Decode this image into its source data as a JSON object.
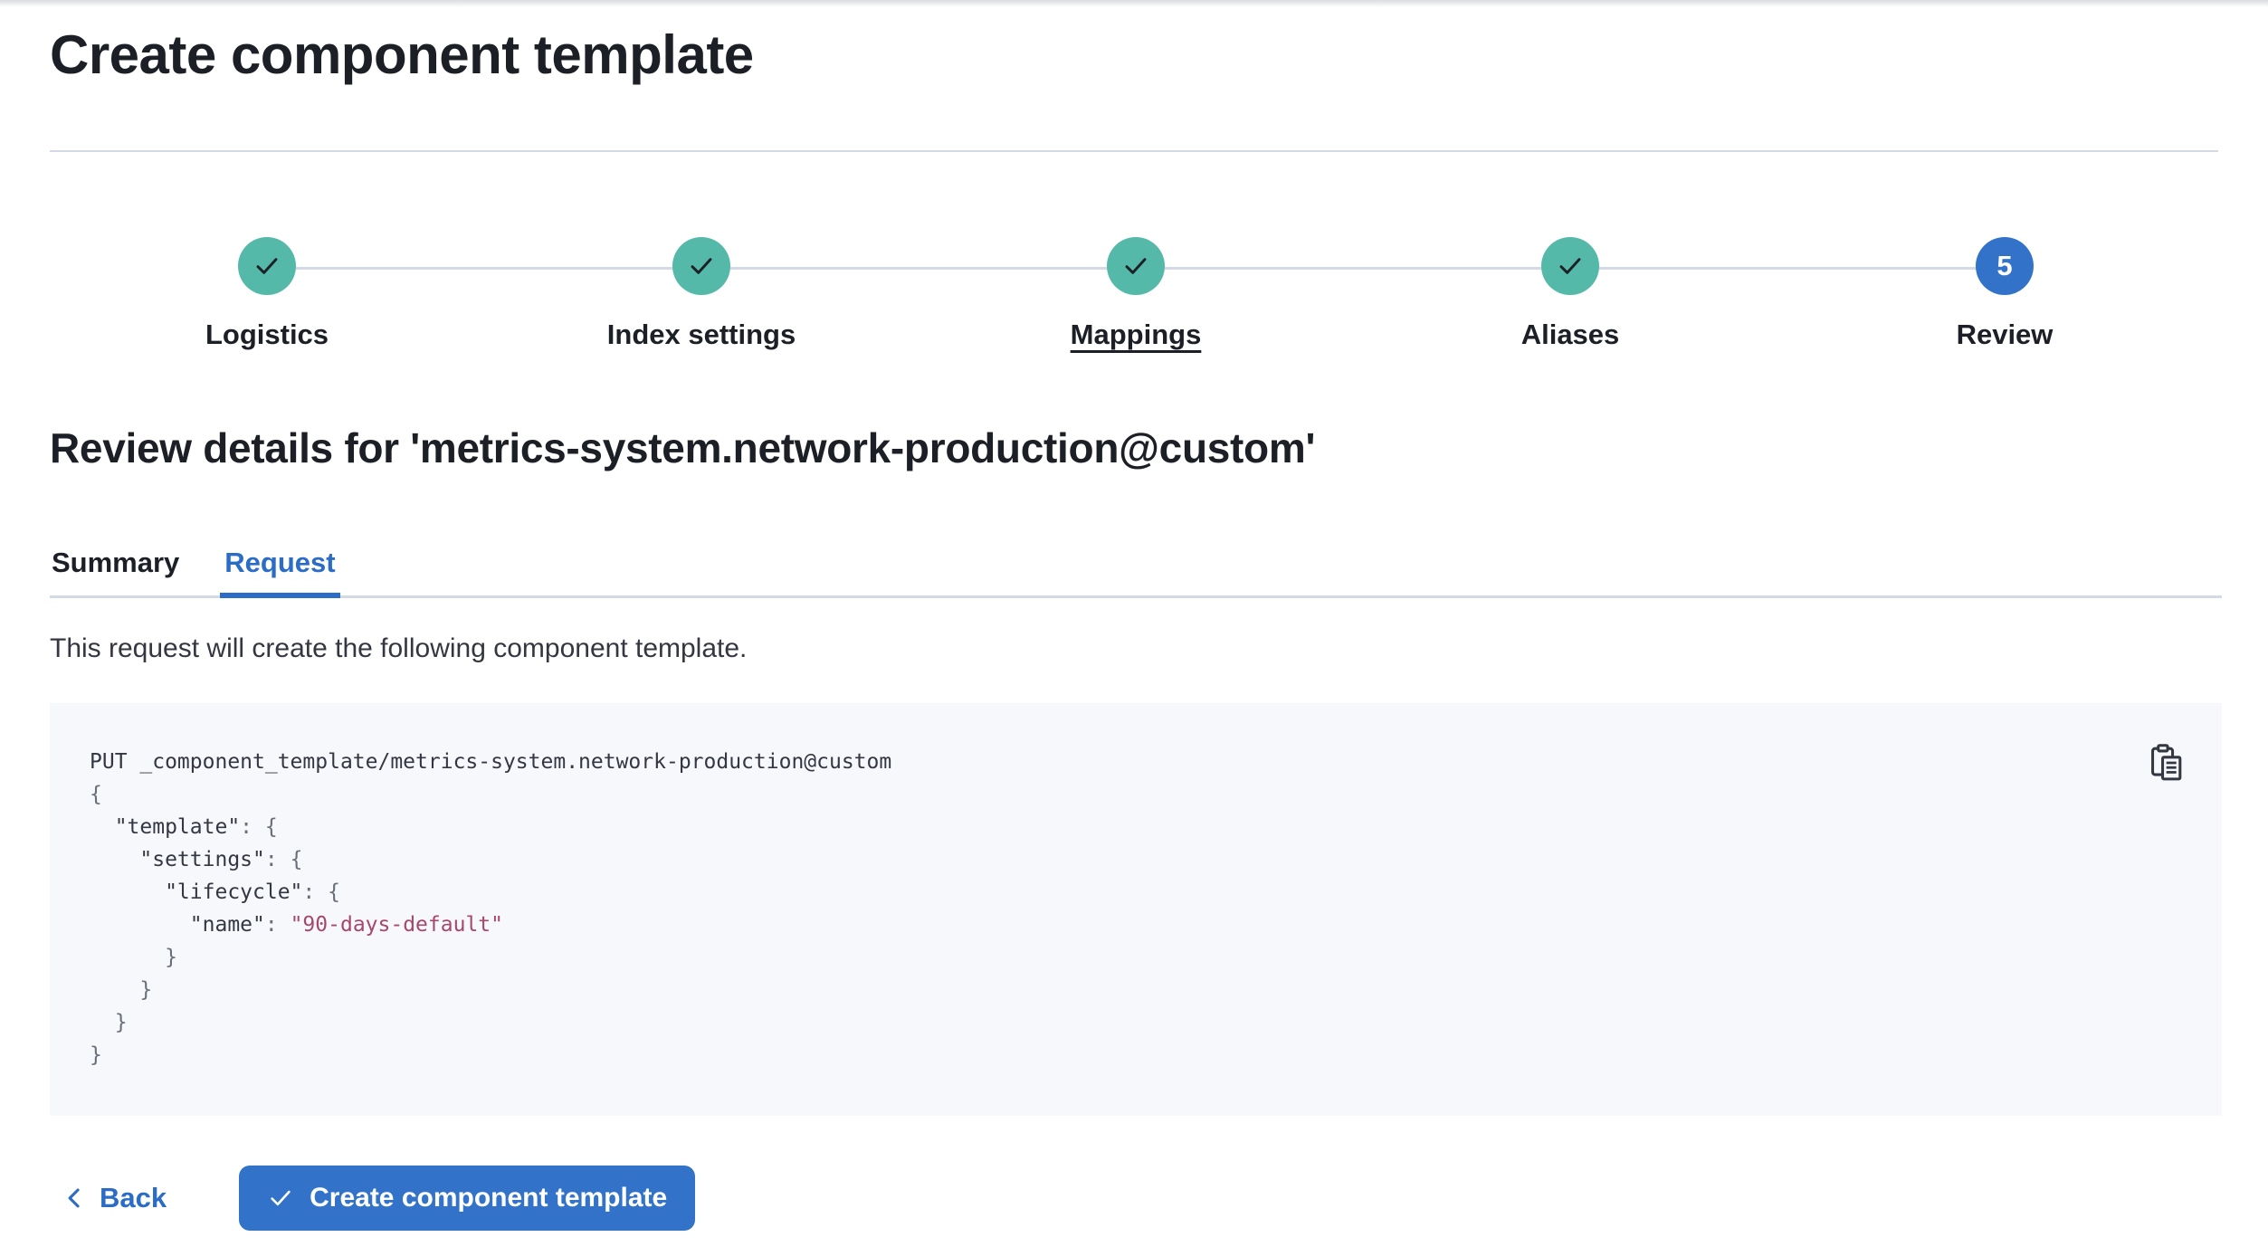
{
  "page": {
    "title": "Create component template"
  },
  "stepper": {
    "steps": [
      {
        "label": "Logistics",
        "status": "complete"
      },
      {
        "label": "Index settings",
        "status": "complete"
      },
      {
        "label": "Mappings",
        "status": "complete",
        "hovered": true
      },
      {
        "label": "Aliases",
        "status": "complete"
      },
      {
        "label": "Review",
        "status": "current",
        "number": "5"
      }
    ]
  },
  "review": {
    "heading": "Review details for 'metrics-system.network-production@custom'",
    "tabs": [
      {
        "label": "Summary",
        "selected": false
      },
      {
        "label": "Request",
        "selected": true
      }
    ],
    "description": "This request will create the following component template."
  },
  "code_block": {
    "l1": "PUT _component_template/metrics-system.network-production@custom",
    "l2": "{",
    "l3_key": "  \"template\"",
    "l3_punct": ": {",
    "l4_key": "    \"settings\"",
    "l4_punct": ": {",
    "l5_key": "      \"lifecycle\"",
    "l5_punct": ": {",
    "l6_key": "        \"name\"",
    "l6_punct": ": ",
    "l6_value": "\"90-days-default\"",
    "l7": "      }",
    "l8": "    }",
    "l9": "  }",
    "l10": "}"
  },
  "footer": {
    "back_label": "Back",
    "submit_label": "Create component template"
  },
  "colors": {
    "primary_blue": "#3273c9",
    "link_blue": "#2b6cc7",
    "success_teal": "#54b9a8",
    "code_background": "#f6f8fc",
    "code_string": "#a6486d",
    "divider": "#d3dae6",
    "heading_text": "#1c1f26",
    "body_text": "#343741"
  }
}
